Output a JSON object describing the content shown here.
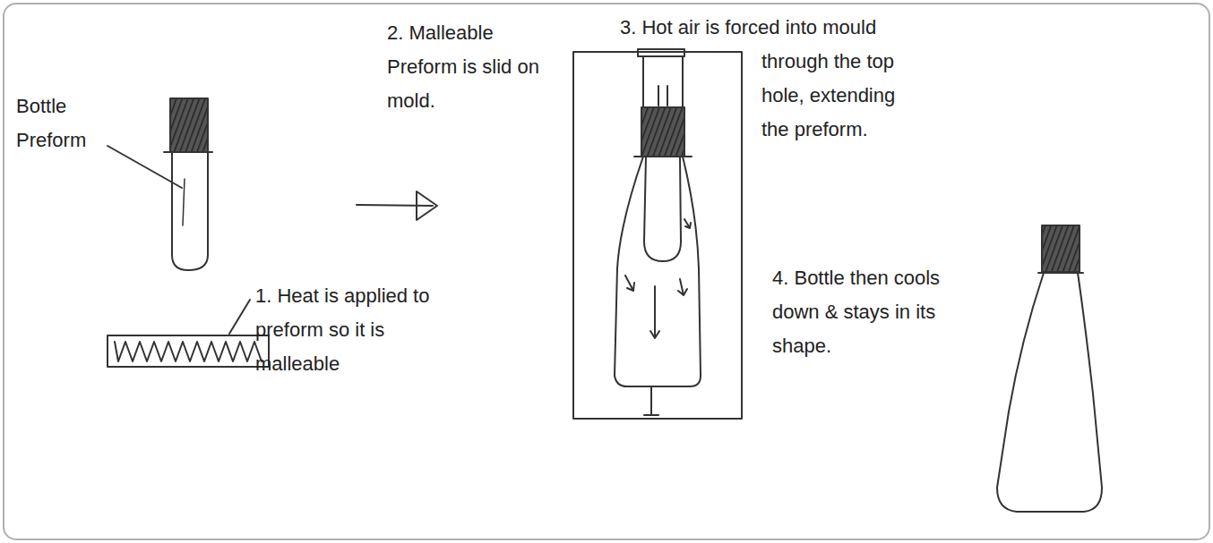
{
  "diagram": {
    "labels": [
      "Bottle Preform",
      "2. Malleable Preform is slid on mold.",
      "3. Hot air is forced into mould through the top hole, extending the preform.",
      "4. Bottle then cools down & stays in its shape.",
      "1. Heat is applied to preform so it is malleable"
    ]
  }
}
